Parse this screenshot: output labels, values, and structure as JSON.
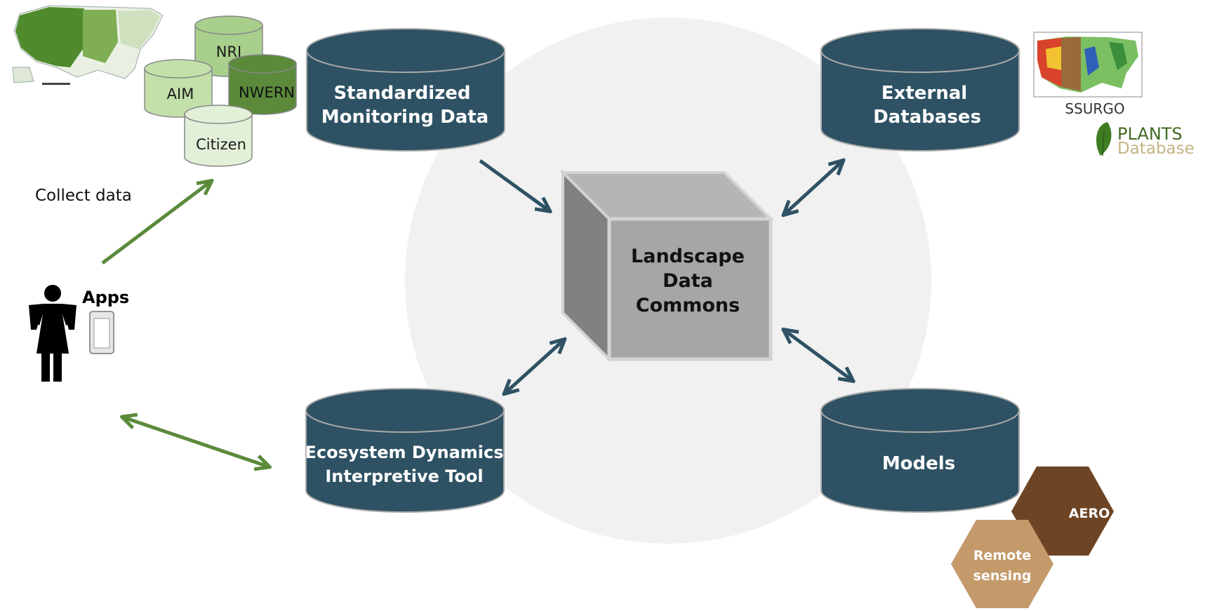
{
  "center_label": [
    "Landscape",
    "Data",
    "Commons"
  ],
  "databases": {
    "monitoring": [
      "Standardized",
      "Monitoring Data"
    ],
    "external": [
      "External",
      "Databases"
    ],
    "edit": [
      "Ecosystem Dynamics",
      "Interpretive Tool"
    ],
    "models": [
      "Models"
    ]
  },
  "sources": {
    "nri": "NRI",
    "aim": "AIM",
    "nwern": "NWERN",
    "citizen": "Citizen"
  },
  "collect_label": "Collect data",
  "apps_label": "Apps",
  "ssurgo_label": "SSURGO",
  "plants_label": [
    "PLANTS",
    "Database"
  ],
  "hexagons": {
    "aero": [
      "AERO"
    ],
    "remote_sensing": [
      "Remote",
      "sensing"
    ]
  },
  "colors": {
    "db_fill": "#2e5264",
    "arrow_dark": "#2e5264",
    "arrow_green": "#5a8a3a",
    "cube_front": "#a6a6a6",
    "aero": "#6e4524",
    "remote": "#c49a6a"
  }
}
